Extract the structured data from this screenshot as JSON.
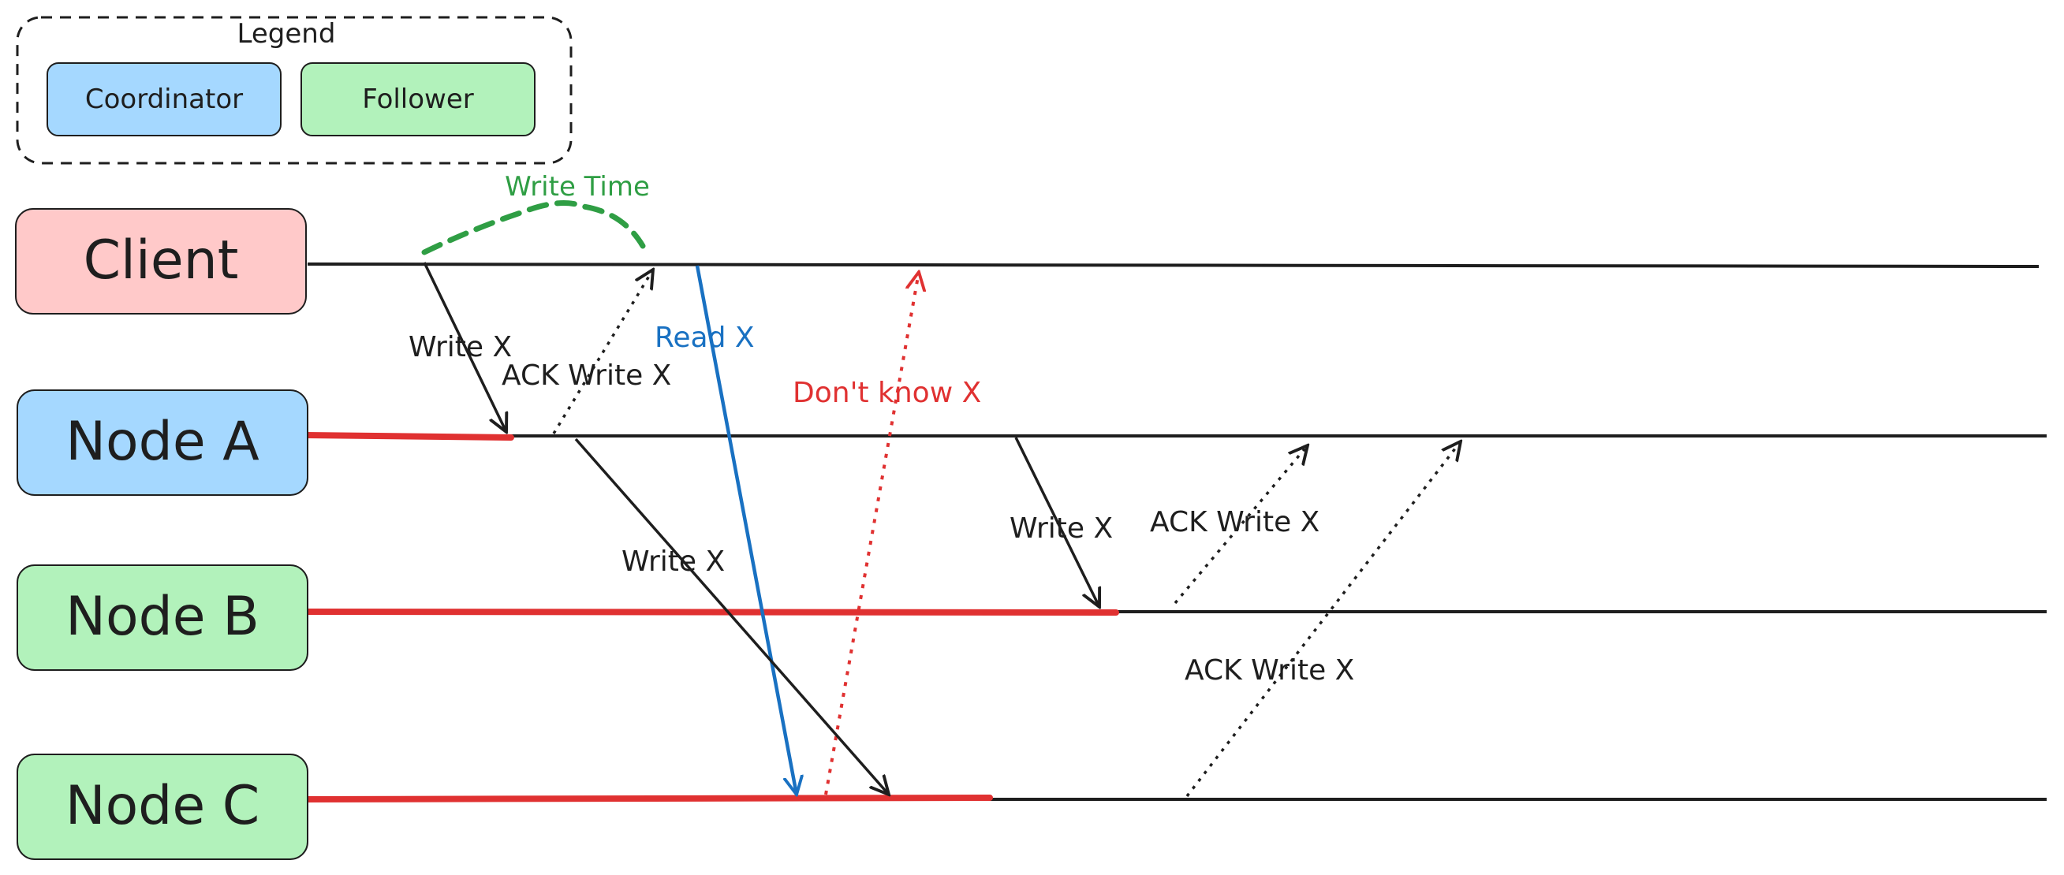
{
  "legend": {
    "title": "Legend",
    "items": [
      {
        "label": "Coordinator",
        "color": "#a5d8ff"
      },
      {
        "label": "Follower",
        "color": "#b2f2bb"
      }
    ]
  },
  "actors": [
    {
      "label": "Client",
      "color": "#ffc9c9"
    },
    {
      "label": "Node A",
      "color": "#a5d8ff"
    },
    {
      "label": "Node B",
      "color": "#b2f2bb"
    },
    {
      "label": "Node C",
      "color": "#b2f2bb"
    }
  ],
  "messages": {
    "write_time": "Write Time",
    "write_x_client_a": "Write X",
    "ack_a_client": "ACK Write X",
    "read_x": "Read X",
    "dont_know": "Don't know X",
    "write_x_a_c": "Write X",
    "write_x_a_b": "Write X",
    "ack_b_a": "ACK Write X",
    "ack_c_a": "ACK Write X"
  },
  "colors": {
    "stroke": "#1e1e1e",
    "red": "#e03131",
    "blue": "#1971c2",
    "green": "#2f9e44"
  }
}
